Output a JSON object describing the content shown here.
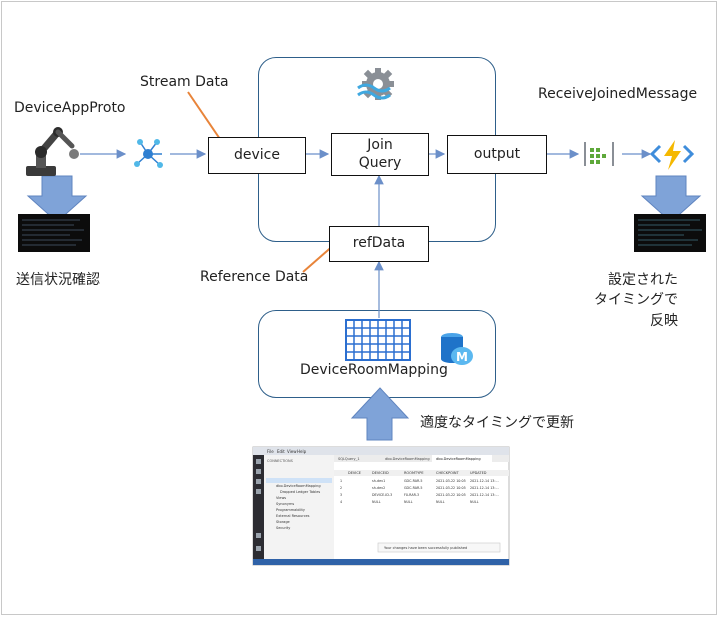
{
  "nodes": {
    "device_app": "DeviceAppProto",
    "stream_data": "Stream Data",
    "device": "device",
    "join_query": "Join\nQuery",
    "output": "output",
    "ref_data": "refData",
    "reference_data": "Reference Data",
    "receive_joined": "ReceiveJoinedMessage",
    "device_room_mapping": "DeviceRoomMapping",
    "send_status": "送信状況確認",
    "reflected": "設定された\nタイミングで\n反映",
    "update_timing": "適度なタイミングで更新"
  },
  "db_badge": "M",
  "colors": {
    "container_border": "#2e5f8a",
    "arrow_blue": "#6b8fc9",
    "orange": "#e8843a",
    "big_arrow": "#7fa3d8"
  },
  "icons": [
    "robot-arm-icon",
    "iot-hub-icon",
    "stream-analytics-icon",
    "event-hub-icon",
    "azure-function-icon",
    "azure-sql-db-icon",
    "table-grid-icon"
  ],
  "screenshot": {
    "menu": [
      "File",
      "Edit",
      "View",
      "Help"
    ],
    "tabs": [
      "CONNECTIONS",
      "SQLQuery_1",
      "dbo.DeviceRoomMapping",
      "dbo.DeviceRoomMapping"
    ],
    "tree": [
      "Databases",
      "dbo.DeviceRoomMapping",
      "Dropped Ledger Tables",
      "Views",
      "Synonyms",
      "Programmability",
      "External Resources",
      "Storage",
      "Security"
    ],
    "columns": [
      "DEVICE",
      "DEVICEID",
      "ROOMTYPE",
      "CHECKPOINT",
      "UPDATED"
    ],
    "rows": [
      [
        "1",
        "sh-dev1",
        "GDC-RAR-5",
        "2021-03-22 10:05",
        "2021-12-14 13:..."
      ],
      [
        "2",
        "sh-dev2",
        "GDC-RAR-5",
        "2021-03-22 10:05",
        "2021-12-14 13:..."
      ],
      [
        "3",
        "DEVICE-ID-3",
        "F0-RAR-3",
        "2021-03-22 10:05",
        "2021-12-14 13:..."
      ],
      [
        "4",
        "NULL",
        "NULL",
        "NULL",
        "NULL"
      ]
    ],
    "toast": "Your changes have been successfully published"
  }
}
